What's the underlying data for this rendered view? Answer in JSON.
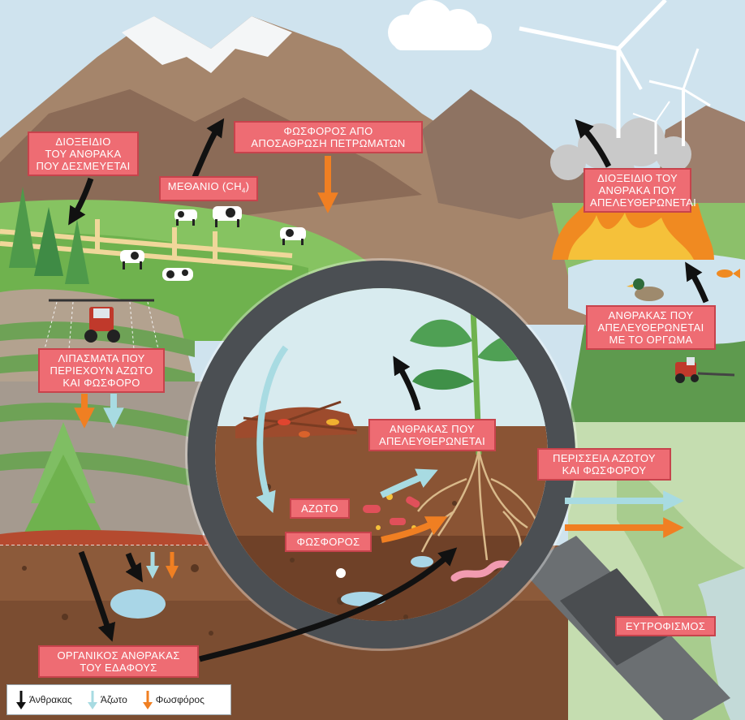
{
  "labels": {
    "co2_sequestered": [
      "ΔΙΟΞΕΙΔΙΟ",
      "ΤΟΥ ΑΝΘΡΑΚΑ",
      "ΠΟΥ ΔΕΣΜΕΥΕΤΑΙ"
    ],
    "methane_text": "ΜΕΘΑΝΙΟ (CH",
    "methane_sub": "4",
    "methane_close": ")",
    "phosphorus_weathering": [
      "ΦΩΣΦΟΡΟΣ ΑΠΟ",
      "ΑΠΟΣΑΘΡΩΣΗ ΠΕΤΡΩΜΑΤΩΝ"
    ],
    "co2_released": [
      "ΔΙΟΞΕΙΔΙΟ ΤΟΥ",
      "ΑΝΘΡΑΚΑ ΠΟΥ",
      "ΑΠΕΛΕΥΘΕΡΩΝΕΤΑΙ"
    ],
    "carbon_ploughing": [
      "ΑΝΘΡΑΚΑΣ ΠΟΥ",
      "ΑΠΕΛΕΥΘΕΡΩΝΕΤΑΙ",
      "ΜΕ ΤΟ ΟΡΓΩΜΑ"
    ],
    "fertilizers": [
      "ΛΙΠΑΣΜΑΤΑ ΠΟΥ",
      "ΠΕΡΙΕΧΟΥΝ ΑΖΩΤΟ",
      "ΚΑΙ ΦΩΣΦΟΡΟ"
    ],
    "carbon_released": [
      "ΑΝΘΡΑΚΑΣ ΠΟΥ",
      "ΑΠΕΛΕΥΘΕΡΩΝΕΤΑΙ"
    ],
    "excess": [
      "ΠΕΡΙΣΣΕΙΑ ΑΖΩΤΟΥ",
      "ΚΑΙ ΦΩΣΦΟΡΟΥ"
    ],
    "nitrogen": "ΑΖΩΤΟ",
    "phosphorus": "ΦΩΣΦΟΡΟΣ",
    "soil_organic_carbon": [
      "ΟΡΓΑΝΙΚΟΣ ΑΝΘΡΑΚΑΣ",
      "ΤΟΥ ΕΔΑΦΟΥΣ"
    ],
    "eutrophication": "ΕΥΤΡΟΦΙΣΜΟΣ"
  },
  "legend": {
    "carbon": "Άνθρακας",
    "nitrogen": "Άζωτο",
    "phosphorus": "Φωσφόρος"
  },
  "colors": {
    "carbon": "#111111",
    "nitrogen": "#a8dbe2",
    "phosphorus": "#f07f22",
    "label_bg": "#ee6c73"
  }
}
